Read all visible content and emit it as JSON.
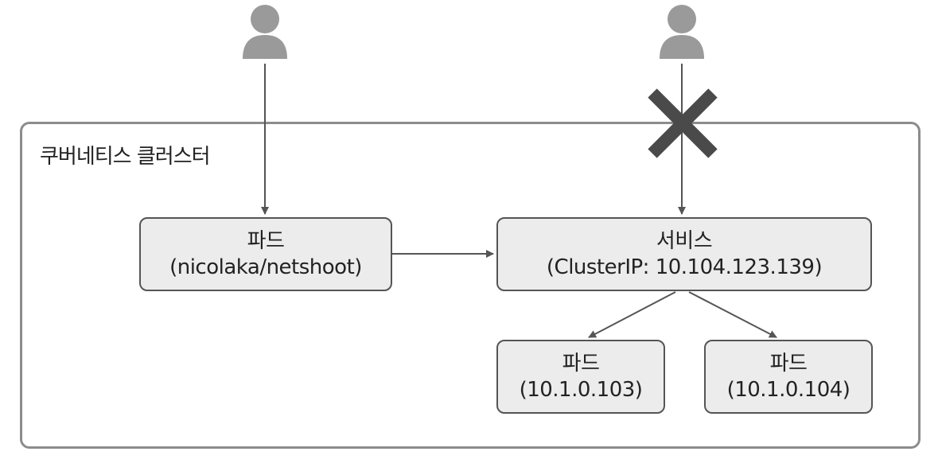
{
  "cluster": {
    "label": "쿠버네티스 클러스터"
  },
  "nodes": {
    "netshoot": {
      "title": "파드",
      "subtitle": "(nicolaka/netshoot)"
    },
    "service": {
      "title": "서비스",
      "subtitle": "(ClusterIP: 10.104.123.139)"
    },
    "pod1": {
      "title": "파드",
      "subtitle": "(10.1.0.103)"
    },
    "pod2": {
      "title": "파드",
      "subtitle": "(10.1.0.104)"
    }
  },
  "colors": {
    "box_fill": "#ececec",
    "border": "#555555",
    "cluster_border": "#8c8c8c",
    "user_icon": "#9a9a9a",
    "blocked_cross": "#4a4a4a"
  },
  "icons": [
    "user-icon",
    "user-icon",
    "blocked-x-icon"
  ]
}
